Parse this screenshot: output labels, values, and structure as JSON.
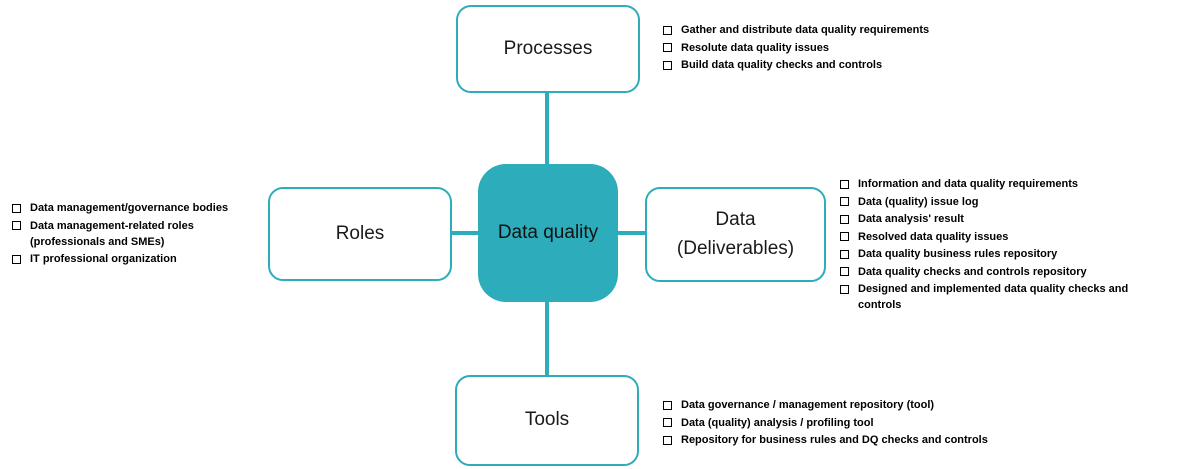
{
  "center": {
    "label": "Data quality"
  },
  "nodes": {
    "processes": {
      "label": "Processes"
    },
    "roles": {
      "label": "Roles"
    },
    "data": {
      "label_line1": "Data",
      "label_line2": "(Deliverables)"
    },
    "tools": {
      "label": "Tools"
    }
  },
  "lists": {
    "processes": {
      "items": [
        "Gather and distribute data quality requirements",
        "Resolute data quality issues",
        "Build data quality checks and controls"
      ]
    },
    "data": {
      "items": [
        "Information and  data quality requirements",
        "Data (quality) issue log",
        "Data analysis' result",
        "Resolved data quality issues",
        "Data quality business rules repository",
        "Data quality checks and controls repository",
        "Designed and implemented data quality checks and controls"
      ]
    },
    "roles": {
      "items": [
        "Data management/governance bodies",
        "Data management-related  roles (professionals and SMEs)",
        "IT professional organization"
      ]
    },
    "tools": {
      "items": [
        "Data governance /  management repository (tool)",
        "Data (quality) analysis / profiling tool",
        "Repository for business rules and DQ checks and controls"
      ]
    }
  },
  "colors": {
    "teal": "#2dacbb",
    "box_fill": "#ffffff",
    "text": "#000000"
  }
}
